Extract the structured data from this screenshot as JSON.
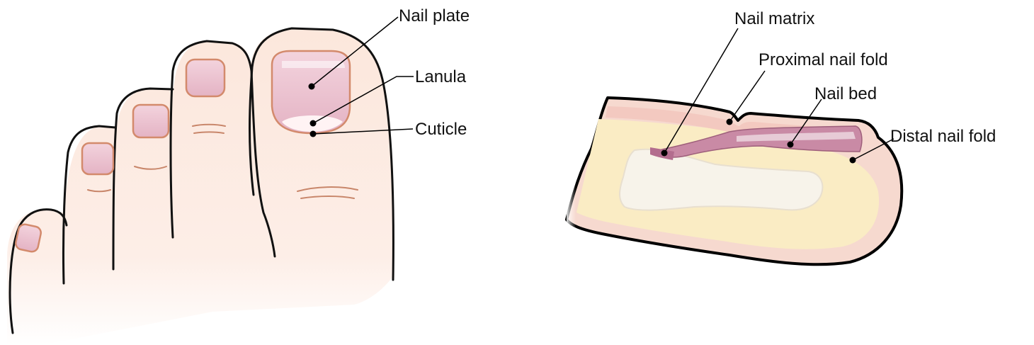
{
  "figure": {
    "foot_view": {
      "labels": {
        "nail_plate": "Nail plate",
        "lunula": "Lanula",
        "cuticle": "Cuticle"
      }
    },
    "cross_section": {
      "labels": {
        "nail_matrix": "Nail matrix",
        "proximal_nail_fold": "Proximal nail fold",
        "nail_bed": "Nail bed",
        "distal_nail_fold": "Distal nail fold"
      }
    }
  },
  "colors": {
    "skin": "#fce7dc",
    "skin_fade": "#ffffff",
    "nail_plate": "#e9bfcd",
    "nail_rim": "#d38a6c",
    "lunula": "#fff3f4",
    "section_skin": "#f6d9cf",
    "section_fat": "#faecc4",
    "section_bone": "#f7f3ea",
    "section_nail": "#c98aa5",
    "outline": "#000000"
  }
}
